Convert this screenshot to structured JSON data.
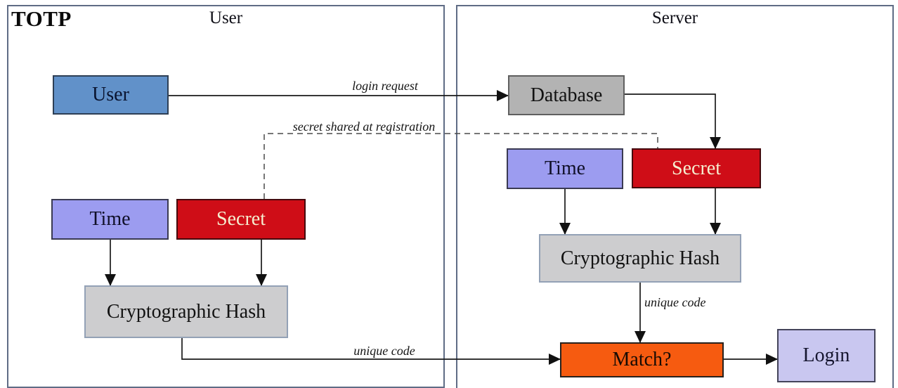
{
  "diagram_title": "TOTP",
  "panels": {
    "user_panel": {
      "title": "User"
    },
    "server_panel": {
      "title": "Server"
    }
  },
  "nodes": {
    "user": {
      "label": "User",
      "fill": "#6191c9"
    },
    "time_user": {
      "label": "Time",
      "fill": "#9c9cf0"
    },
    "secret_user": {
      "label": "Secret",
      "fill": "#cf0d17"
    },
    "hash_user": {
      "label": "Cryptographic Hash",
      "fill": "#cdcdcf"
    },
    "database": {
      "label": "Database",
      "fill": "#b3b3b3"
    },
    "time_server": {
      "label": "Time",
      "fill": "#9c9cf0"
    },
    "secret_server": {
      "label": "Secret",
      "fill": "#cf0d17"
    },
    "hash_server": {
      "label": "Cryptographic Hash",
      "fill": "#cdcdcf"
    },
    "match": {
      "label": "Match?",
      "fill": "#f65b10"
    },
    "login": {
      "label": "Login",
      "fill": "#c9c7f0"
    }
  },
  "edge_labels": {
    "login_request": "login request",
    "secret_shared": "secret shared at registration",
    "unique_code_server": "unique code",
    "unique_code_user": "unique code"
  },
  "colors": {
    "panel_border": "#5f6c85",
    "connector": "#1a1a1a",
    "dashed_connector": "#4a4a4a",
    "background": "#ffffff"
  }
}
